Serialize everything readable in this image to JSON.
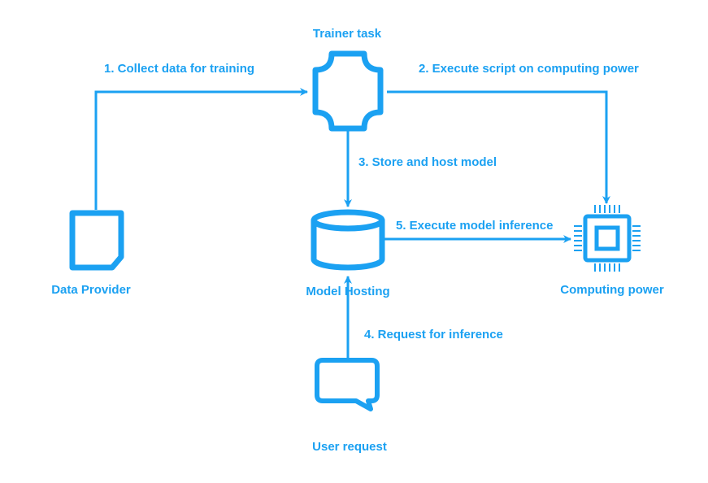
{
  "colors": {
    "accent": "#1ba1f2",
    "background": "#ffffff"
  },
  "nodes": {
    "trainer": {
      "label": "Trainer task",
      "icon": "trainer-task-icon"
    },
    "provider": {
      "label": "Data Provider",
      "icon": "document-icon"
    },
    "hosting": {
      "label": "Model Hosting",
      "icon": "database-icon"
    },
    "computing": {
      "label": "Computing power",
      "icon": "cpu-chip-icon"
    },
    "user": {
      "label": "User request",
      "icon": "speech-bubble-icon"
    }
  },
  "edges": {
    "collect": "1. Collect data for training",
    "execute": "2. Execute script on computing power",
    "store": "3. Store and host model",
    "request": "4. Request for inference",
    "inference": "5. Execute model inference"
  }
}
